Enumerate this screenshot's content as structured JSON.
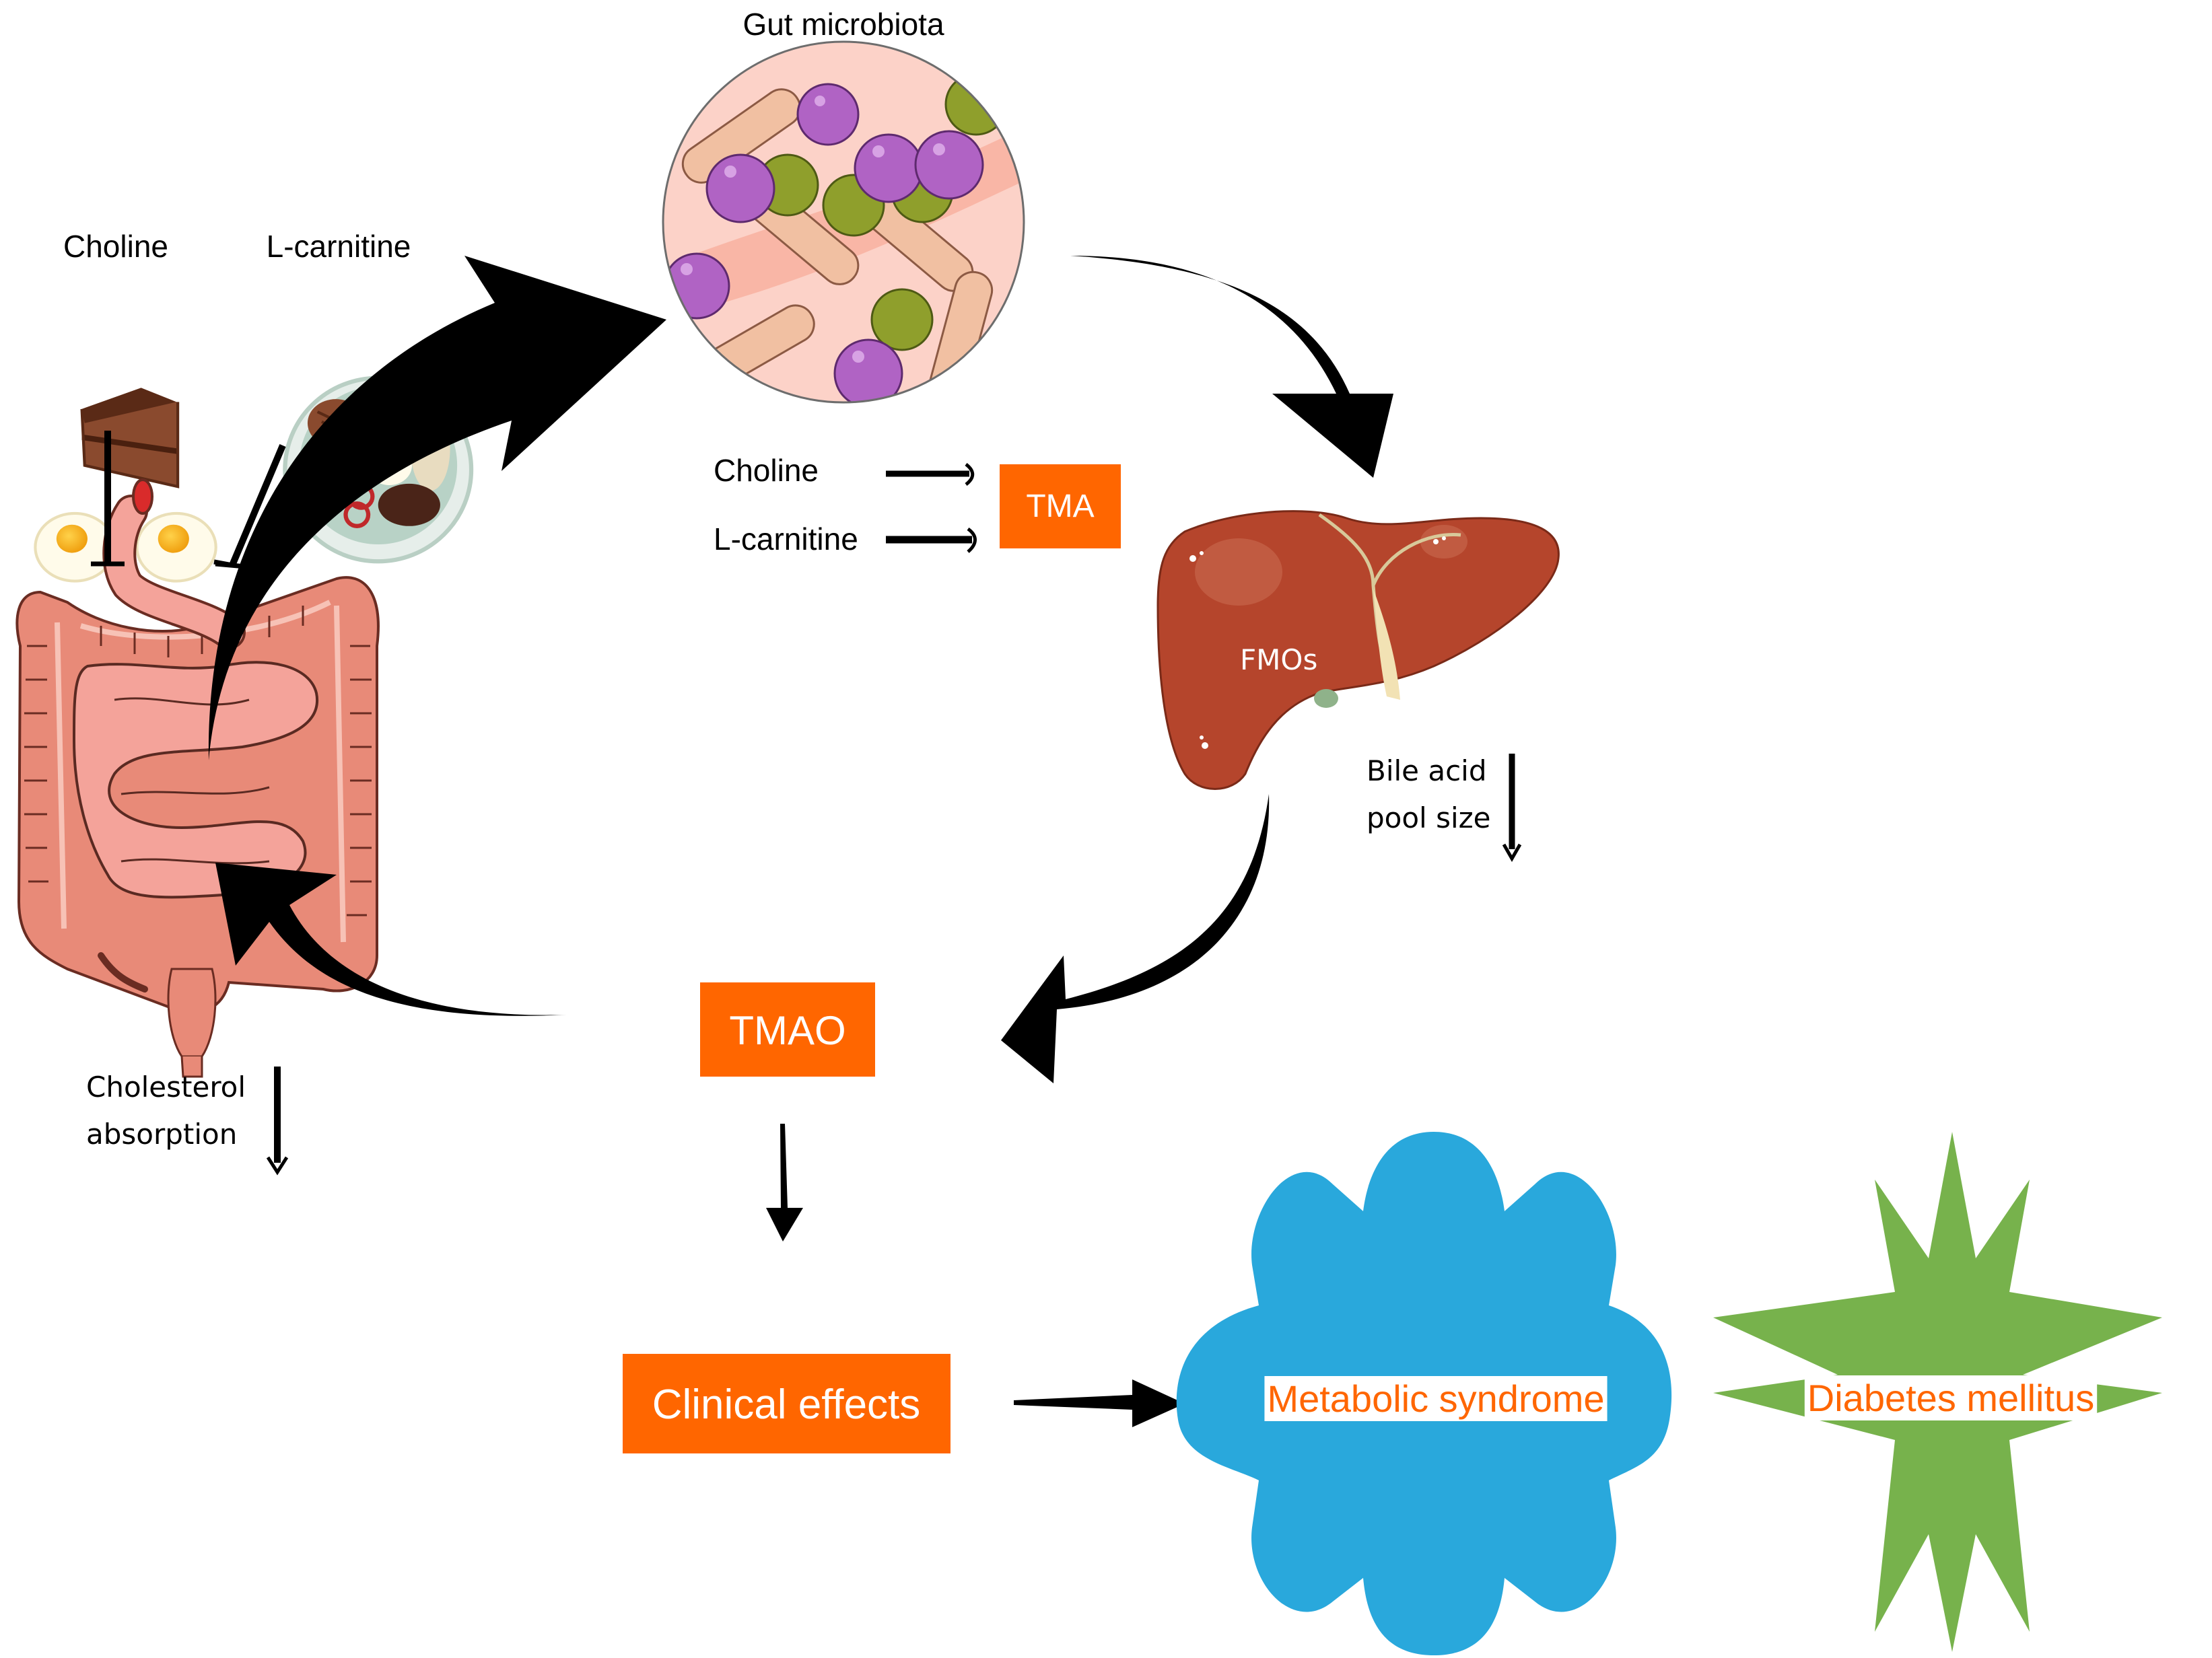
{
  "title": "Gut microbiota TMAO pathway",
  "colors": {
    "orange_box": "#ff6600",
    "blue_blob": "#29a8dc",
    "green_star": "#77b24c",
    "liver": "#b5452c",
    "arrow": "#000000",
    "intestine_large": "#e88a78",
    "intestine_small": "#f4a39a",
    "microbiota_bg": "#fcd2c8",
    "bacteria_purple": "#b063c4",
    "bacteria_green": "#8f9f2c",
    "bacteria_rod": "#f1c0a2"
  },
  "diet": {
    "choline_label": "Choline",
    "carnitine_label": "L-carnitine",
    "choline_icons": [
      "cake-icon",
      "fried-egg-icon",
      "fried-egg-icon"
    ],
    "carnitine_icon": "meal-plate-icon"
  },
  "microbiota": {
    "label": "Gut microbiota"
  },
  "conversion": {
    "inputs": [
      "Choline",
      "L-carnitine"
    ],
    "product": "TMA"
  },
  "liver": {
    "enzyme_label": "FMOs",
    "bile_line1": "Bile acid",
    "bile_line2": "pool size",
    "bile_direction": "decrease"
  },
  "intestine": {
    "cholesterol_line1": "Cholesterol",
    "cholesterol_line2": "absorption",
    "cholesterol_direction": "decrease"
  },
  "tmao": {
    "label": "TMAO"
  },
  "clinical": {
    "label": "Clinical effects"
  },
  "outcomes": {
    "metabolic": "Metabolic syndrome",
    "diabetes": "Diabetes mellitus"
  }
}
